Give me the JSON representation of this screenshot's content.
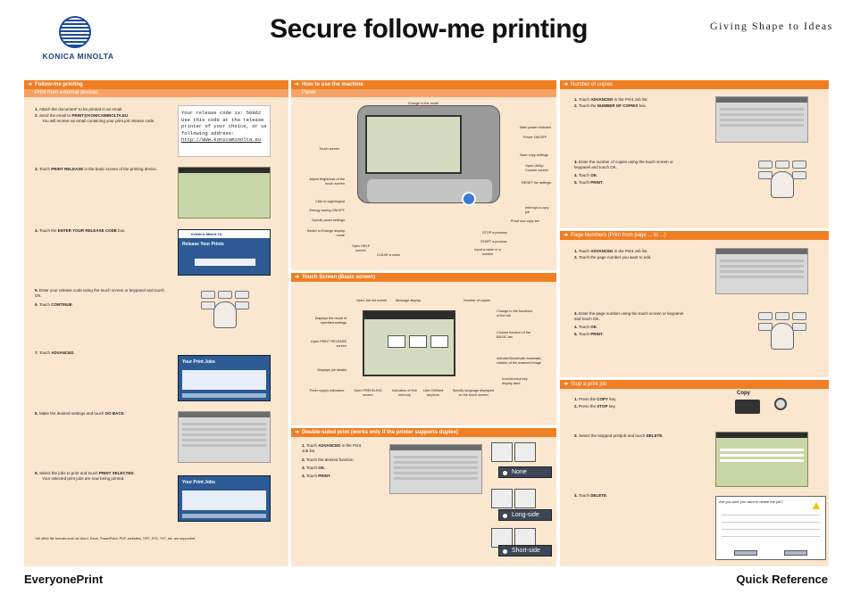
{
  "brand": {
    "logo_text": "KONICA MINOLTA",
    "tagline": "Giving Shape to Ideas"
  },
  "title": "Secure follow-me printing",
  "footer": {
    "left": "EveryonePrint",
    "right": "Quick Reference"
  },
  "colors": {
    "header_orange": "#f07e23",
    "sub_orange": "#f6a265",
    "panel_bg": "#fbe6cf"
  },
  "col1": {
    "header": "Follow-me printing",
    "subheader": "Print from external devices",
    "steps": [
      {
        "num": "1.",
        "text": "Attach the document* to be printed in an email."
      },
      {
        "num": "2.",
        "pre": "Send the email to ",
        "bold": "PRINT@KONICAMINOLTA.EU",
        "post": "."
      },
      {
        "text": "You will receive an email containing your print job release code."
      },
      {
        "num": "3.",
        "pre": "Touch ",
        "bold": "PRINT RELEASE",
        "post": " in the basic screen of the printing device."
      },
      {
        "num": "4.",
        "pre": "Touch the ",
        "bold": "ENTER YOUR RELEASE CODE",
        "post": " box."
      },
      {
        "num": "5.",
        "text": "Enter your release code using the touch screen or keypanel and touch OK."
      },
      {
        "num": "6.",
        "pre": "Touch ",
        "bold": "CONTINUE",
        "post": "."
      },
      {
        "num": "7.",
        "pre": "Touch ",
        "bold": "ADVANCED",
        "post": "."
      },
      {
        "num": "8.",
        "pre": "Make the desired settings and touch ",
        "bold": "GO BACK",
        "post": "."
      },
      {
        "num": "9.",
        "pre": "Select the jobs to print and touch ",
        "bold": "PRINT SELECTED",
        "post": "."
      },
      {
        "text": "Your selected print jobs are now being printed."
      }
    ],
    "email": {
      "line1": "Your release code is: 50962",
      "line2": "Use this code at the release",
      "line3": "printer of your choice, or us",
      "line4": "following address:",
      "link": "http://www.konicaminolta.eu"
    },
    "release_title": "Release Your Prints",
    "release_brand": "KONICA MINOLTA",
    "jobs_title": "Your Print Jobs",
    "footnote": "*All office file formats such as Word, Excel, PowerPoint, PDF, websites, TIFF, JPG, TXT, etc. are supported."
  },
  "col2": {
    "section1": {
      "header": "How to use the machine",
      "subheader": "Panel"
    },
    "machine_labels": {
      "change_mode": "Change to the mode",
      "main_power": "Main power indicator",
      "power_onoff": "Power ON/OFF",
      "save_copy": "Save copy settings",
      "open_utility": "Open Utility/ Counter screen",
      "reset": "RESET the settings",
      "touch_screen": "Touch screen",
      "adjust_brightness": "Adjust brightness of the touch screen",
      "click_login": "Click to login/logout",
      "energy": "Energy saving ON/OFF",
      "specify_panel": "Specify panel settings",
      "switch_enlarge": "Switch to Enlarge display mode",
      "open_help": "Open HELP screen",
      "clear": "CLEAR a value",
      "interrupt": "Interrupt a copy job",
      "proof_copy": "Proof one copy set",
      "stop": "STOP a process",
      "start": "START a process",
      "input_value": "Input a value or a number"
    },
    "section2": {
      "header": "Touch Screen (Basic screen)"
    },
    "touch_labels": {
      "open_job_list": "Open Job list screen",
      "message": "Message display",
      "num_copies": "Number of copies",
      "change_functions": "Change to the functions of the tab",
      "display_result": "Displays the result of specified settings",
      "choose_function": "Choose function of the BASIC tab",
      "open_print_release": "Open PRINT RELEASE screen",
      "activate_rotation": "Activate/Deactivate automatic rotation of the scanned image",
      "displays_details": "Displays job details",
      "icon_shortcut": "Icon/shortcut key display area",
      "toner": "Toner supply indicators",
      "open_help_screen": "Open FREHN-ING screen",
      "indication_memory": "Indication of free memory",
      "user_defined": "User Defined key/icon",
      "specify_language": "Specify language displayed on the touch screen"
    },
    "section3": {
      "header": "Double-sided print (works only if the printer supports duplex)"
    },
    "duplex_steps": [
      {
        "num": "1.",
        "pre": "Touch ",
        "bold": "ADVANCED",
        "post": " in the Print Job list."
      },
      {
        "num": "2.",
        "text": "Touch the desired function."
      },
      {
        "num": "3.",
        "pre": "Touch ",
        "bold": "OK",
        "post": "."
      },
      {
        "num": "4.",
        "pre": "Touch ",
        "bold": "PRINT",
        "post": "."
      }
    ],
    "duplex_options": [
      "None",
      "Long-side",
      "Short-side"
    ]
  },
  "col3": {
    "section1": {
      "header": "Number of copies",
      "steps": [
        {
          "num": "1.",
          "pre": "Touch ",
          "bold": "ADVANCED",
          "post": " in the Print Job list."
        },
        {
          "num": "2.",
          "pre": "Touch the ",
          "bold": "NUMBER OF COPIES",
          "post": " box."
        },
        {
          "num": "3.",
          "text": "Enter the number of copies using the touch screen or keypanel and touch OK."
        },
        {
          "num": "4.",
          "pre": "Touch ",
          "bold": "OK",
          "post": "."
        },
        {
          "num": "5.",
          "pre": "Touch ",
          "bold": "PRINT",
          "post": "."
        }
      ]
    },
    "section2": {
      "header": "Page Numbers (Print from page ... to ...)",
      "steps": [
        {
          "num": "1.",
          "pre": "Touch ",
          "bold": "ADVANCED",
          "post": " in the Print Job list."
        },
        {
          "num": "2.",
          "text": "Touch the page number you want to edit."
        },
        {
          "num": "3.",
          "text": "Enter the page number using the touch screen or keypanel and touch OK."
        },
        {
          "num": "4.",
          "pre": "Touch ",
          "bold": "OK",
          "post": "."
        },
        {
          "num": "5.",
          "pre": "Touch ",
          "bold": "PRINT",
          "post": "."
        }
      ]
    },
    "section3": {
      "header": "Stop a print job",
      "steps": [
        {
          "num": "1.",
          "pre": "Press the ",
          "bold": "COPY",
          "post": " key."
        },
        {
          "num": "2.",
          "pre": "Press the ",
          "bold": "STOP",
          "post": " key."
        },
        {
          "num": "3.",
          "pre": "Select the stopped printjob and touch ",
          "bold": "DELETE",
          "post": "."
        },
        {
          "num": "4.",
          "pre": "Touch ",
          "bold": "DELETE",
          "post": "."
        }
      ],
      "copy_label": "Copy",
      "dialog_text": "Are you sure you want to delete the job?"
    }
  }
}
